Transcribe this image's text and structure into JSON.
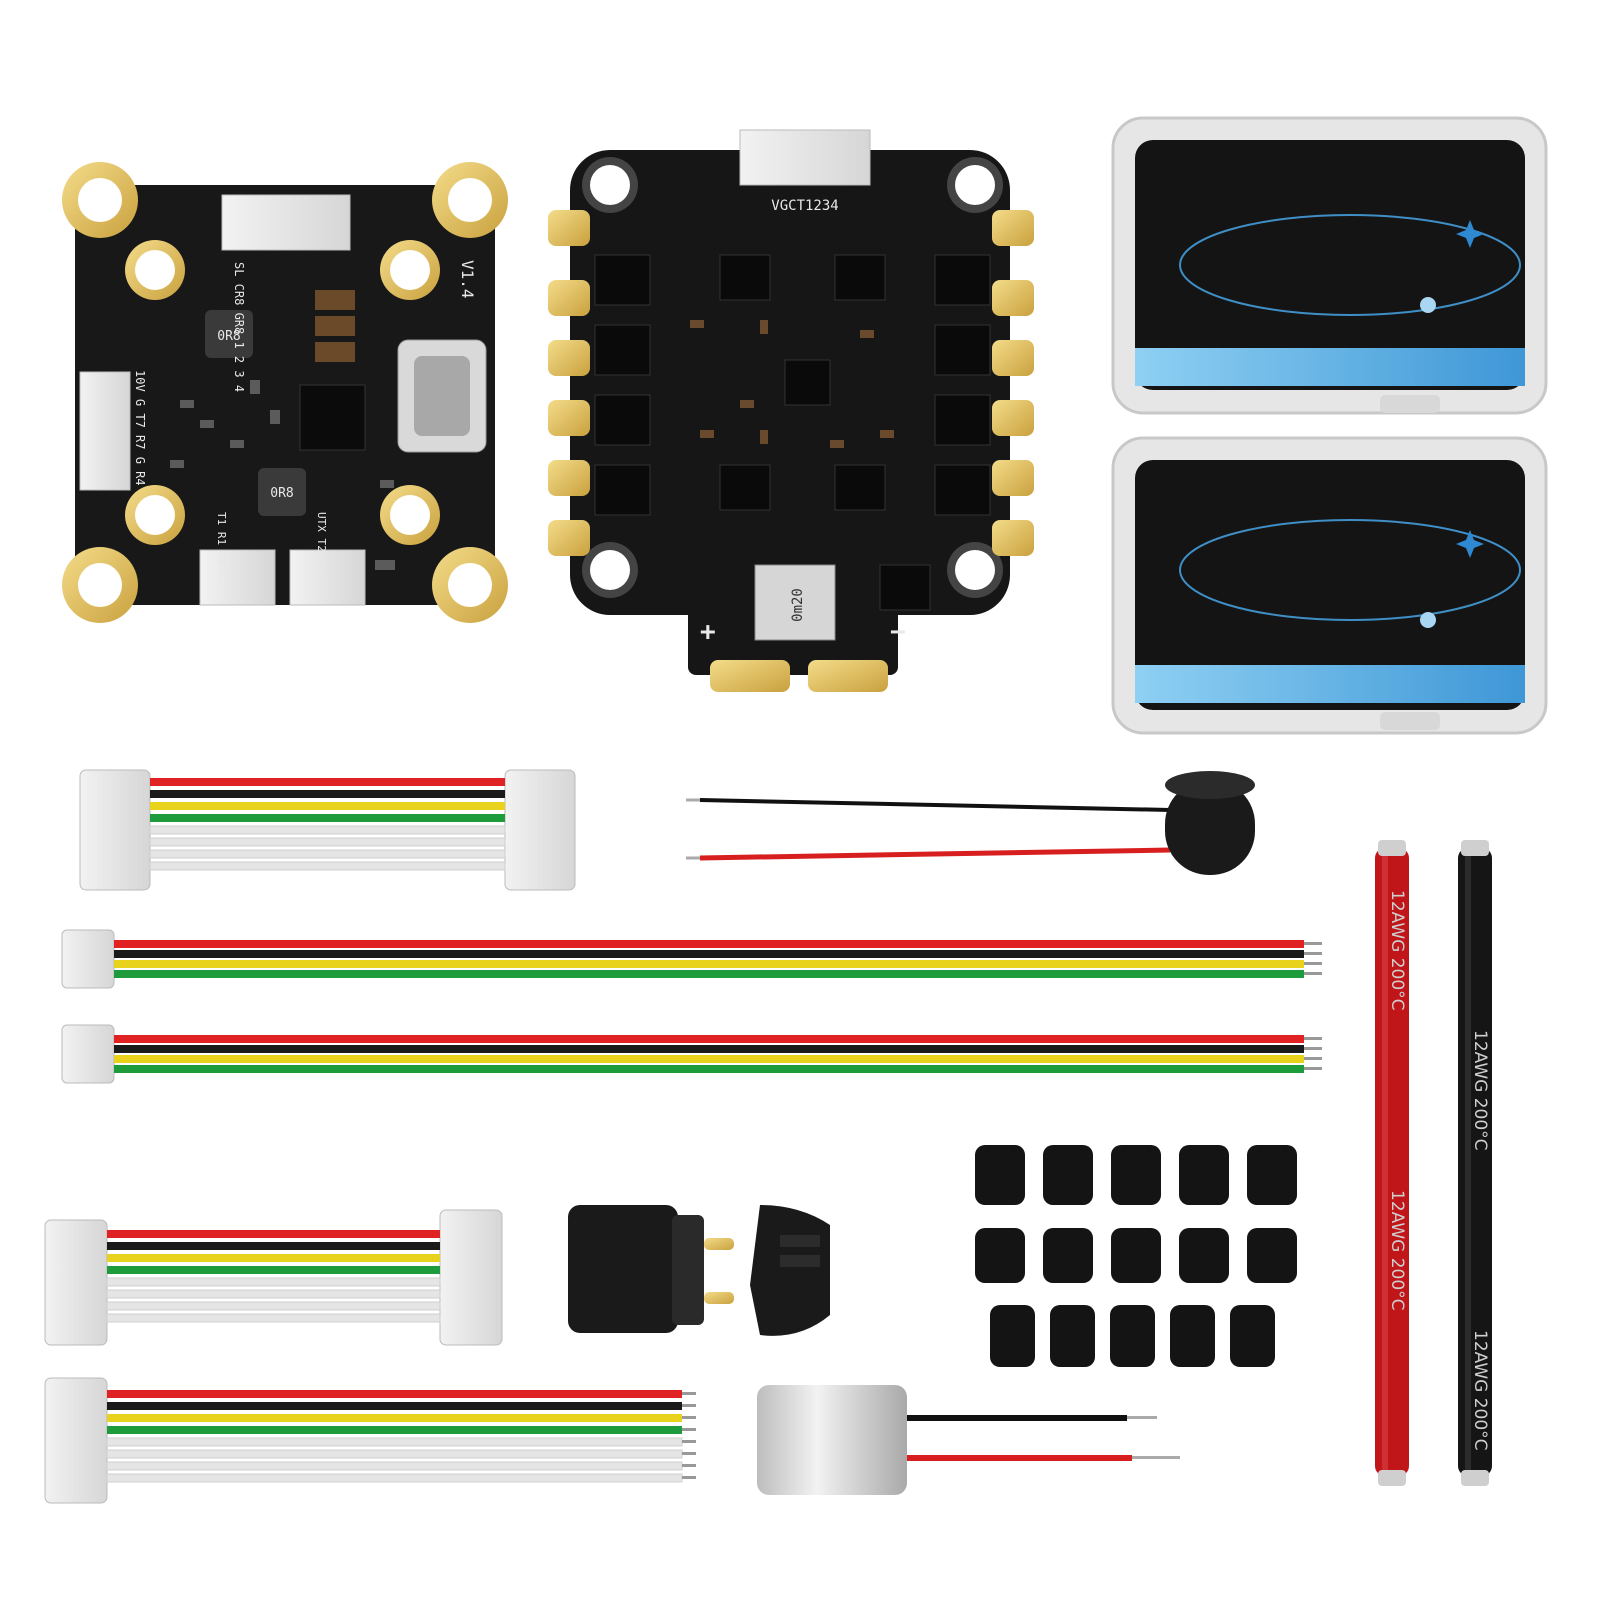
{
  "fc_board": {
    "version": "V1.4",
    "pads_top": "SL CR8 GR8 1 2 3 4",
    "pads_left": "10V G T7 R7 G R4",
    "pads_bottom_left": "T1 R1 5V G",
    "pads_bottom_right": "UTX T2 G +",
    "chip_label": "0R8",
    "usb_label": ""
  },
  "esc_board": {
    "top_label": "VGCT1234",
    "plus_label": "+",
    "minus_label": "−",
    "shunt_label": "0m20"
  },
  "silicone_wire_red": {
    "label": "12AWG 200°C",
    "color": "#c0161a"
  },
  "silicone_wire_black": {
    "label": "12AWG 200°C",
    "color": "#151515"
  },
  "colors": {
    "pcb": "#161616",
    "gold": "#e3c25f",
    "wire_red": "#e02222",
    "wire_black": "#1a1a1a",
    "wire_yellow": "#e8d21c",
    "wire_green": "#1e9b3a",
    "wire_white": "#e5e5e5",
    "box_blue": "#6fb6e8"
  }
}
